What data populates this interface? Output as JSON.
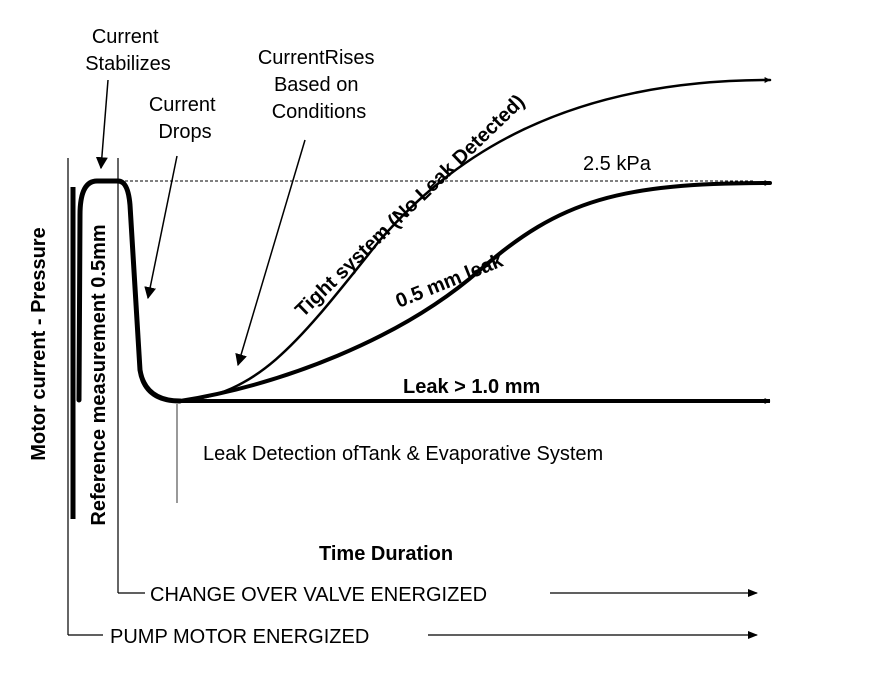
{
  "annotations": {
    "current_stabilizes": [
      "Current",
      "Stabilizes"
    ],
    "current_drops": [
      "Current",
      "Drops"
    ],
    "current_rises": [
      "CurrentRises",
      "Based on",
      "Conditions"
    ]
  },
  "threshold_label": "2.5 kPa",
  "curves": {
    "tight": "Tight system (No Leak Detected)",
    "small_leak": "0.5 mm leak",
    "large_leak": "Leak > 1.0 mm"
  },
  "subtitle": "Leak Detection ofTank & Evaporative System",
  "y_axis_label": "Motor current - Pressure",
  "reference_label": "Reference measurement 0.5mm",
  "x_axis_label": "Time Duration",
  "timelines": {
    "change_over": "CHANGE OVER VALVE ENERGIZED",
    "pump_motor": "PUMP MOTOR ENERGIZED"
  }
}
